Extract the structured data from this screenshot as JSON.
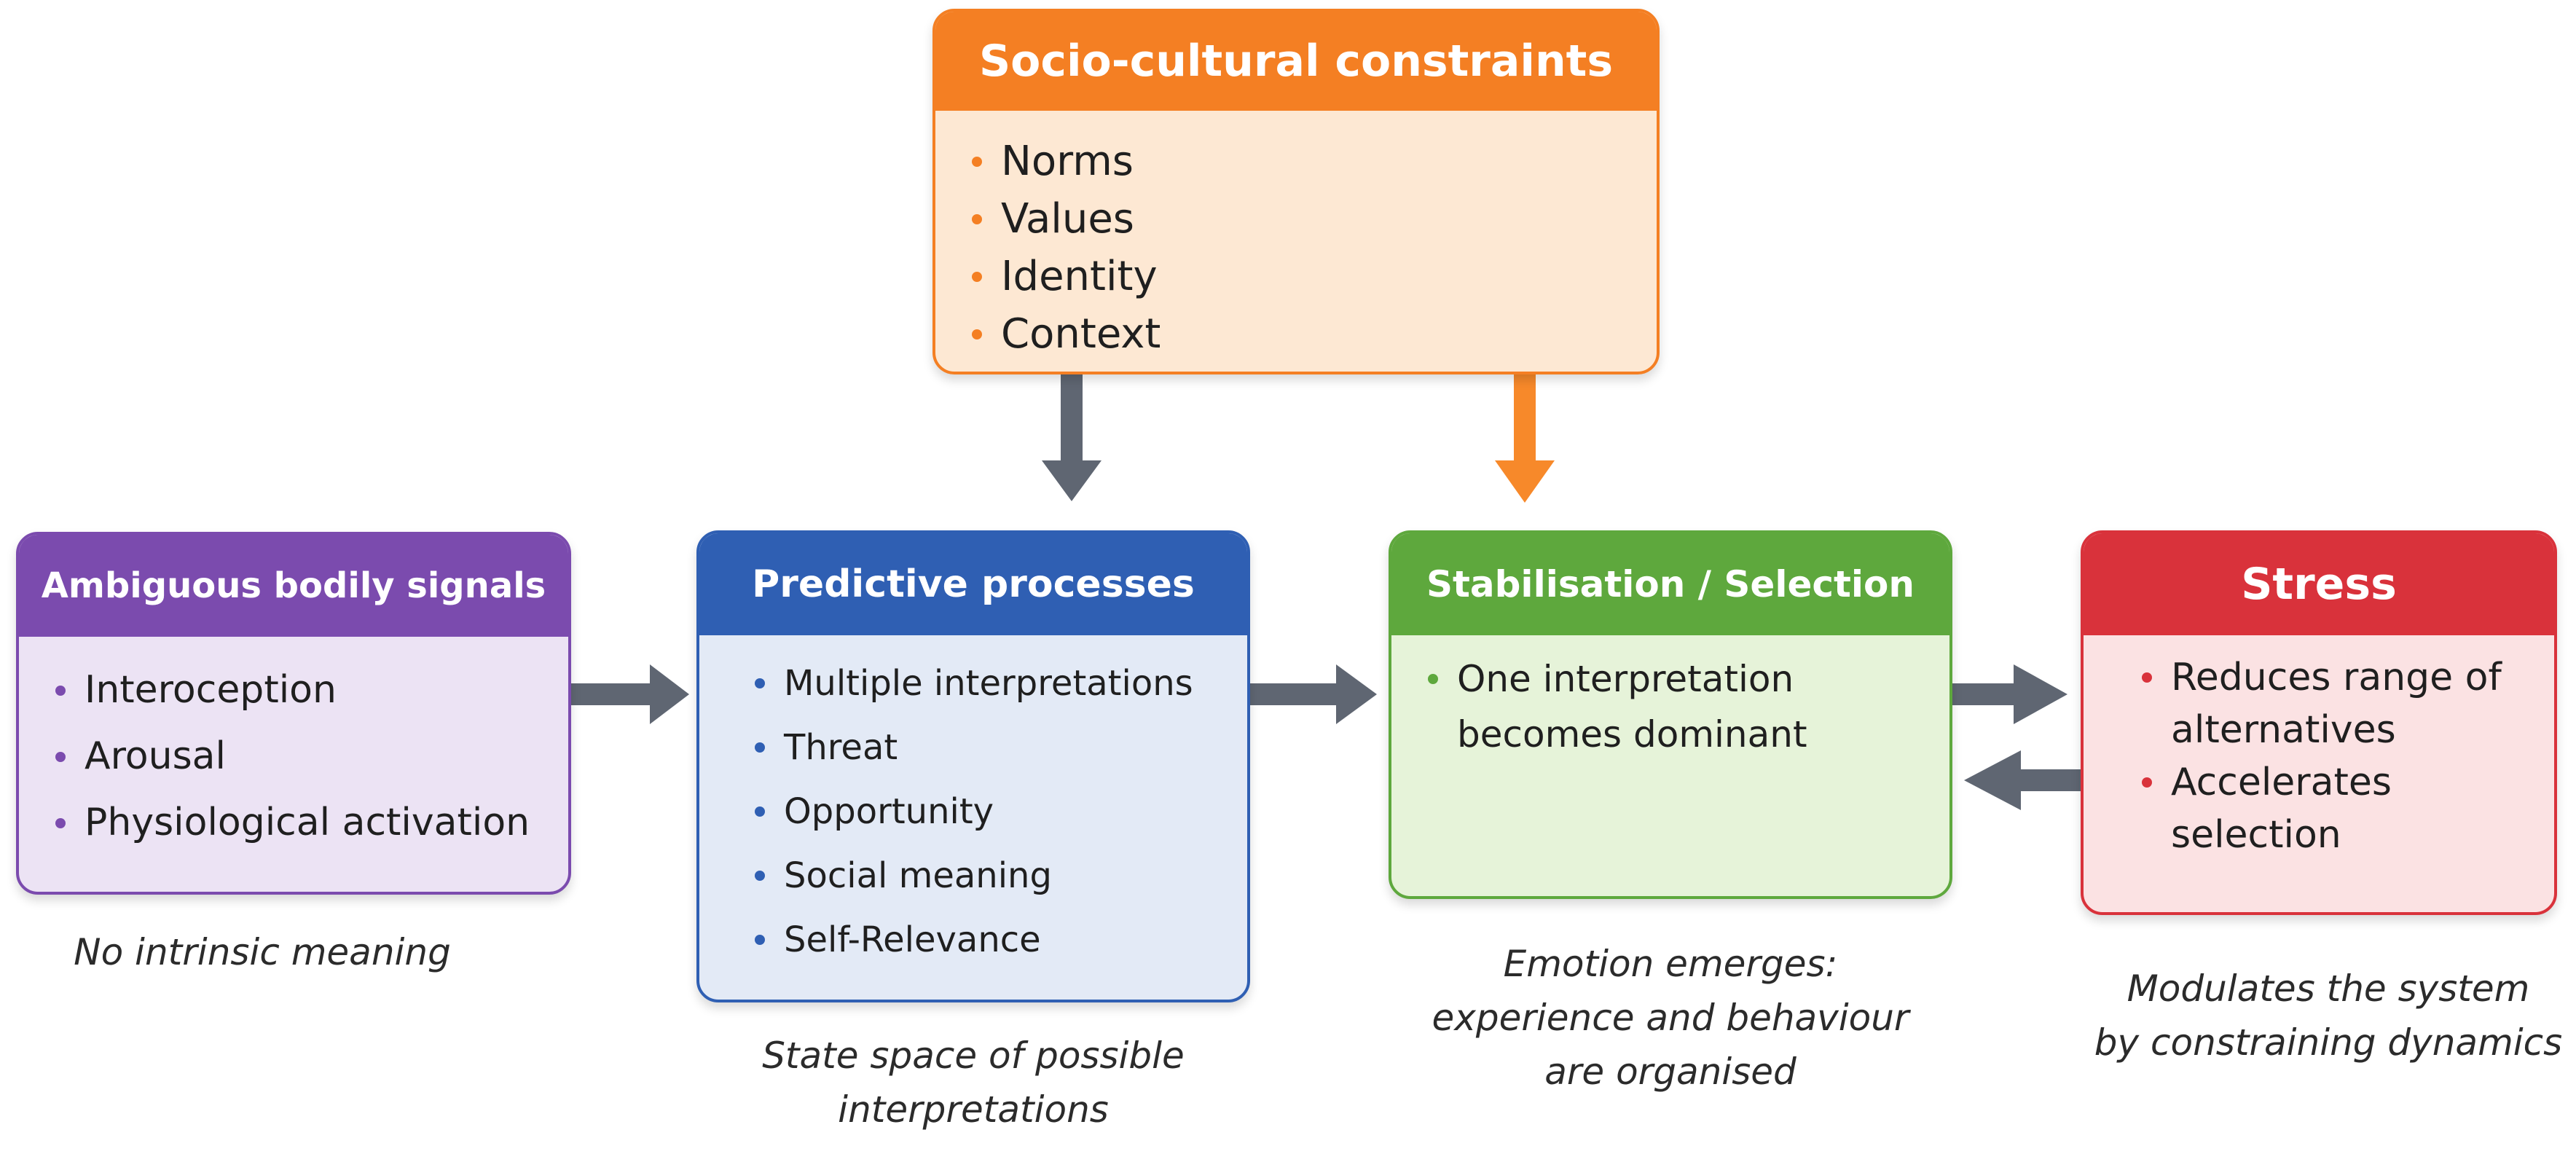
{
  "nodes": {
    "socio": {
      "title": "Socio-cultural constraints",
      "items": [
        "Norms",
        "Values",
        "Identity",
        "Context"
      ],
      "header_color": "#f47f23",
      "body_color": "#fde8d3",
      "dot_color": "#f47f23"
    },
    "bodily": {
      "title": "Ambiguous bodily signals",
      "items": [
        "Interoception",
        "Arousal",
        "Physiological activation"
      ],
      "caption": "No intrinsic meaning",
      "header_color": "#7b4bae",
      "body_color": "#ece3f4",
      "dot_color": "#7b4bae"
    },
    "predictive": {
      "title": "Predictive processes",
      "items": [
        "Multiple interpretations",
        "Threat",
        "Opportunity",
        "Social meaning",
        "Self-Relevance"
      ],
      "caption": [
        "State space of possible",
        "interpretations"
      ],
      "header_color": "#2f5fb3",
      "body_color": "#e3eaf6",
      "dot_color": "#2f5fb3"
    },
    "stabilisation": {
      "title": "Stabilisation / Selection",
      "items": [
        "One interpretation becomes dominant"
      ],
      "caption": [
        "Emotion emerges:",
        "experience and behaviour",
        "are organised"
      ],
      "header_color": "#5ea83d",
      "body_color": "#e6f3d9",
      "dot_color": "#5ea83d"
    },
    "stress": {
      "title": "Stress",
      "items": [
        "Reduces range of alternatives",
        "Accelerates selection"
      ],
      "caption": [
        "Modulates the system",
        "by constraining dynamics"
      ],
      "header_color": "#d9323b",
      "body_color": "#fbe2e3",
      "dot_color": "#d9323b"
    }
  },
  "arrow_colors": {
    "gray": "#5f6672",
    "orange": "#f7892a"
  }
}
